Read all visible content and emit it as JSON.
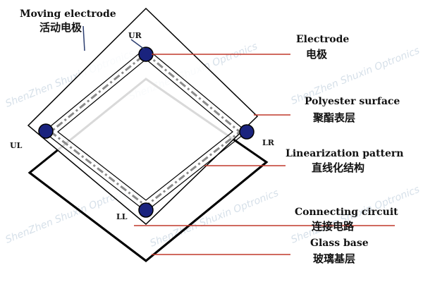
{
  "diagram": {
    "labels": {
      "moving_electrode_en": "Moving electrode",
      "moving_electrode_zh": "活动电极",
      "electrode_en": "Electrode",
      "electrode_zh": "电极",
      "polyester_en": "Polyester surface",
      "polyester_zh": "聚酯表层",
      "linearization_en": "Linearization pattern",
      "linearization_zh": "直线化结构",
      "connecting_en": "Connecting circuit",
      "connecting_zh": "连接电路",
      "glass_en": "Glass base",
      "glass_zh": "玻璃基层"
    },
    "corners": {
      "ur": "UR",
      "ul": "UL",
      "lr": "LR",
      "ll": "LL"
    },
    "watermark": "ShenZhen Shuxin Optronics",
    "colors": {
      "leader_red": "#c0392b",
      "leader_blue": "#2c3e70",
      "electrode_fill": "#1a237e",
      "outline": "#000000",
      "pattern": "#8a8a8a"
    }
  }
}
